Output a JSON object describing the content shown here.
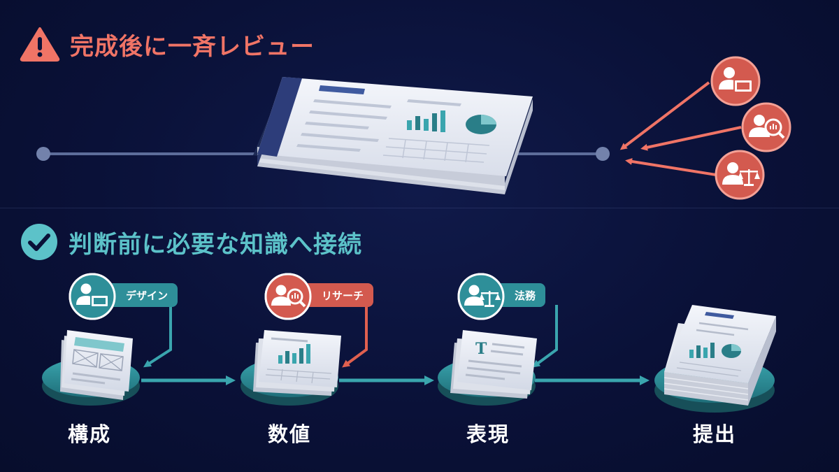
{
  "top_section": {
    "heading": "完成後に一斉レビュー",
    "heading_icon": "warning-icon",
    "reviewers": [
      {
        "icon": "designer-icon"
      },
      {
        "icon": "researcher-icon"
      },
      {
        "icon": "legal-icon"
      }
    ]
  },
  "bottom_section": {
    "heading": "判断前に必要な知識へ接続",
    "heading_icon": "check-circle-icon",
    "experts": [
      {
        "tag": "デザイン",
        "icon": "designer-icon",
        "color": "#2e8f99"
      },
      {
        "tag": "リサーチ",
        "icon": "researcher-icon",
        "color": "#d35a4f"
      },
      {
        "tag": "法務",
        "icon": "legal-icon",
        "color": "#2e8f99"
      }
    ],
    "steps": [
      {
        "label": "構成",
        "doc_icon": "wireframe-doc-icon"
      },
      {
        "label": "数値",
        "doc_icon": "chart-doc-icon"
      },
      {
        "label": "表現",
        "doc_icon": "text-doc-icon"
      },
      {
        "label": "提出",
        "doc_icon": "report-stack-icon"
      }
    ]
  },
  "colors": {
    "warning": "#f07466",
    "accent_teal": "#5cc2c9",
    "accent_red": "#e0604f",
    "background": "#0a1138"
  }
}
